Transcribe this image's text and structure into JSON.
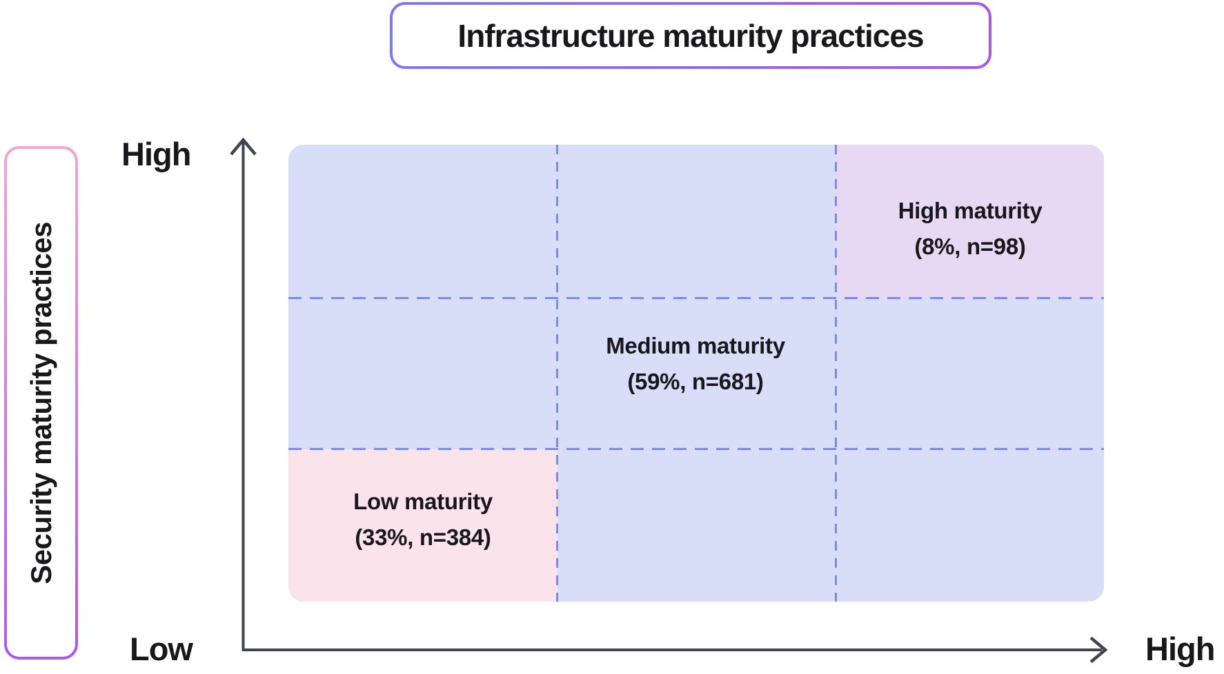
{
  "header": {
    "title": "Infrastructure maturity practices"
  },
  "y_axis": {
    "title": "Security maturity practices"
  },
  "axes": {
    "y_max": "High",
    "origin": "Low",
    "x_max": "High"
  },
  "matrix": {
    "cells": [
      {
        "id": "high",
        "row": "high",
        "col": "high",
        "title": "High maturity",
        "stat": "(8%, n=98)",
        "pct": 8,
        "n": 98
      },
      {
        "id": "medium",
        "row": "medium",
        "col": "medium",
        "title": "Medium maturity",
        "stat": "(59%, n=681)",
        "pct": 59,
        "n": 681
      },
      {
        "id": "low",
        "row": "low",
        "col": "low",
        "title": "Low maturity",
        "stat": "(33%, n=384)",
        "pct": 33,
        "n": 384
      }
    ]
  },
  "colors": {
    "bg": "#ffffff",
    "text": "#17171c",
    "axis": "#3e4450",
    "grid-bg": "#d8ddf8",
    "cell-high": "#e7d9f3",
    "cell-low": "#fbe3eb",
    "dash": "#7b8be9",
    "title-border-from": "#7d7af0",
    "title-border-to": "#a855f0",
    "side-border-from": "#f2a6d4",
    "side-border-to": "#a958ef"
  }
}
